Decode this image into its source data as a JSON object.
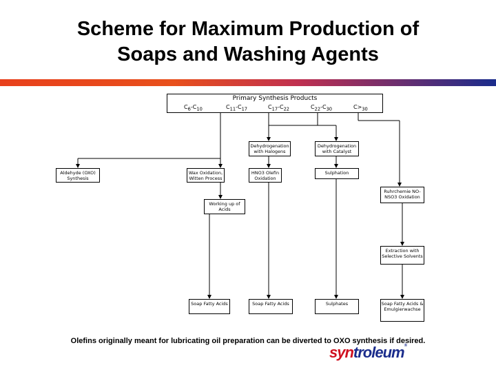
{
  "title": {
    "line1": "Scheme for Maximum Production of",
    "line2": "Soaps and Washing Agents"
  },
  "colors": {
    "band_left": "#e8401c",
    "band_right": "#1a2c8c"
  },
  "header": {
    "title": "Primary Synthesis Products",
    "fractions": [
      "C6-C10",
      "C11-C17",
      "C17-C22",
      "C22-C30",
      "C>30"
    ]
  },
  "boxes": {
    "dehydro_halogens": "Dehydrogenation with Halogens",
    "dehydro_catalyst": "Dehydrogenation with Catalyst",
    "oxo": "Aldehyde (OXO) Synthesis",
    "wax_oxidation": "Wax Oxidation, Witten Process",
    "hno3_olefin": "HNO3 Olefin Oxidation",
    "sulphation": "Sulphation",
    "ruhrchemie": "Ruhrchemie NO-NSO3 Oxidation",
    "working_up": "Working up of Acids",
    "extraction": "Extraction with Selective Solvents",
    "soap_acids_1": "Soap Fatty Acids",
    "soap_acids_2": "Soap Fatty Acids",
    "sulphates": "Sulphates",
    "soap_acids_3": "Soap Fatty Acids & Emulgierwachse"
  },
  "footnote": "Olefins originally meant for lubricating oil preparation can be diverted to OXO synthesis if desired.",
  "logo": {
    "part1": "syn",
    "part2": "troleum",
    "mark": "®"
  }
}
